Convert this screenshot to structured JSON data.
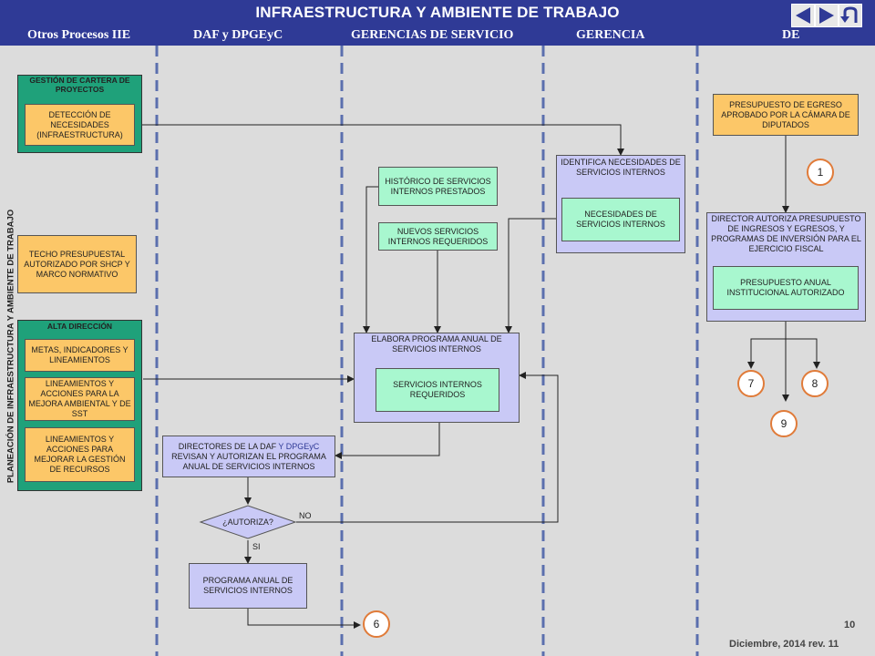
{
  "header": {
    "title": "INFRAESTRUCTURA Y AMBIENTE DE TRABAJO",
    "columns": [
      "Otros Procesos IIE",
      "DAF  y  DPGEyC",
      "GERENCIAS DE SERVICIO",
      "GERENCIA",
      "DE"
    ]
  },
  "side_label": "PLANEACIÓN DE INFRAESTRUCTURA Y AMBIENTE DE TRABAJO",
  "group1": {
    "title": "GESTIÓN DE CARTERA DE PROYECTOS",
    "box": "DETECCIÓN DE NECESIDADES (INFRAESTRUCTURA)"
  },
  "techo": "TECHO PRESUPUESTAL AUTORIZADO POR SHCP Y MARCO NORMATIVO",
  "group2": {
    "title": "ALTA DIRECCIÓN",
    "box1": "METAS, INDICADORES Y LINEAMIENTOS",
    "box2": "LINEAMIENTOS Y ACCIONES PARA LA MEJORA AMBIENTAL Y DE SST",
    "box3": "LINEAMIENTOS Y ACCIONES PARA MEJORAR LA GESTIÓN DE RECURSOS"
  },
  "historico": "HISTÓRICO DE SERVICIOS INTERNOS PRESTADOS",
  "nuevos": "NUEVOS SERVICIOS INTERNOS REQUERIDOS",
  "elabora": {
    "title": "ELABORA PROGRAMA ANUAL DE SERVICIOS INTERNOS",
    "box": "SERVICIOS INTERNOS REQUERIDOS"
  },
  "identifica": {
    "title": "IDENTIFICA NECESIDADES DE SERVICIOS INTERNOS",
    "box": "NECESIDADES DE SERVICIOS INTERNOS"
  },
  "presupuesto_egreso": "PRESUPUESTO DE EGRESO APROBADO POR LA CÁMARA DE DIPUTADOS",
  "director": {
    "title": "DIRECTOR AUTORIZA PRESUPUESTO DE INGRESOS Y EGRESOS, Y PROGRAMAS DE INVERSIÓN PARA EL EJERCICIO FISCAL",
    "box": "PRESUPUESTO ANUAL INSTITUCIONAL AUTORIZADO"
  },
  "directores": {
    "prefix": "DIRECTORES DE LA DAF ",
    "highlight": "Y DPGEyC",
    "rest": "REVISAN Y AUTORIZAN EL PROGRAMA ANUAL DE SERVICIOS INTERNOS"
  },
  "decision": "¿AUTORIZA?",
  "no_label": "NO",
  "si_label": "SI",
  "programa": "PROGRAMA ANUAL DE SERVICIOS INTERNOS",
  "connectors": [
    "1",
    "7",
    "8",
    "9",
    "6"
  ],
  "footer": {
    "page": "10",
    "date": "Diciembre, 2014  rev. 11"
  }
}
